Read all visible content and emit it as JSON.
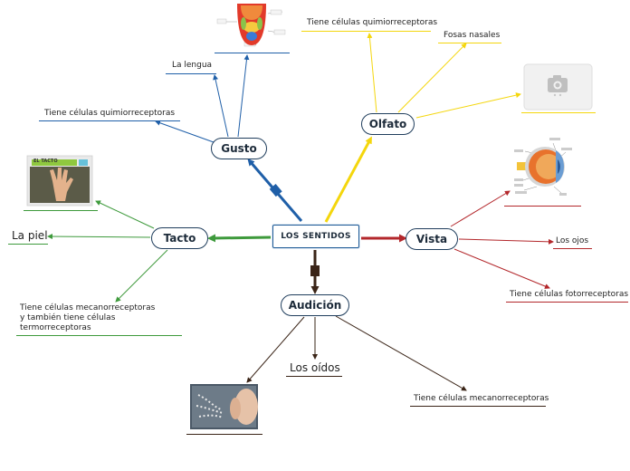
{
  "colors": {
    "gusto": "#1f5fa8",
    "olfato": "#f4d60c",
    "vista": "#b3272b",
    "tacto": "#3e9a3c",
    "audicion": "#3a2417",
    "root": "#1e5a96",
    "node_border": "#1f3d5c"
  },
  "root": {
    "label": "LOS SENTIDOS"
  },
  "branches": {
    "gusto": {
      "label": "Gusto",
      "items": [
        "La lengua",
        "Tiene células quimiorreceptoras"
      ]
    },
    "olfato": {
      "label": "Olfato",
      "items": [
        "Tiene células quimiorreceptoras",
        "Fosas nasales"
      ]
    },
    "vista": {
      "label": "Vista",
      "items": [
        "Los ojos",
        "Tiene células fotorreceptoras"
      ]
    },
    "tacto": {
      "label": "Tacto",
      "items": [
        "La piel",
        "Tiene células mecanorreceptoras\ny también tiene células\ntermorreceptoras"
      ],
      "image_caption": "EL TACTO"
    },
    "audicion": {
      "label": "Audición",
      "items": [
        "Los oídos",
        "Tiene células mecanorreceptoras"
      ]
    }
  },
  "icons": {
    "tongue": "tongue-image",
    "camera": "camera-icon",
    "eye": "eye-diagram-image",
    "hand": "hand-image",
    "ear": "ear-image"
  }
}
